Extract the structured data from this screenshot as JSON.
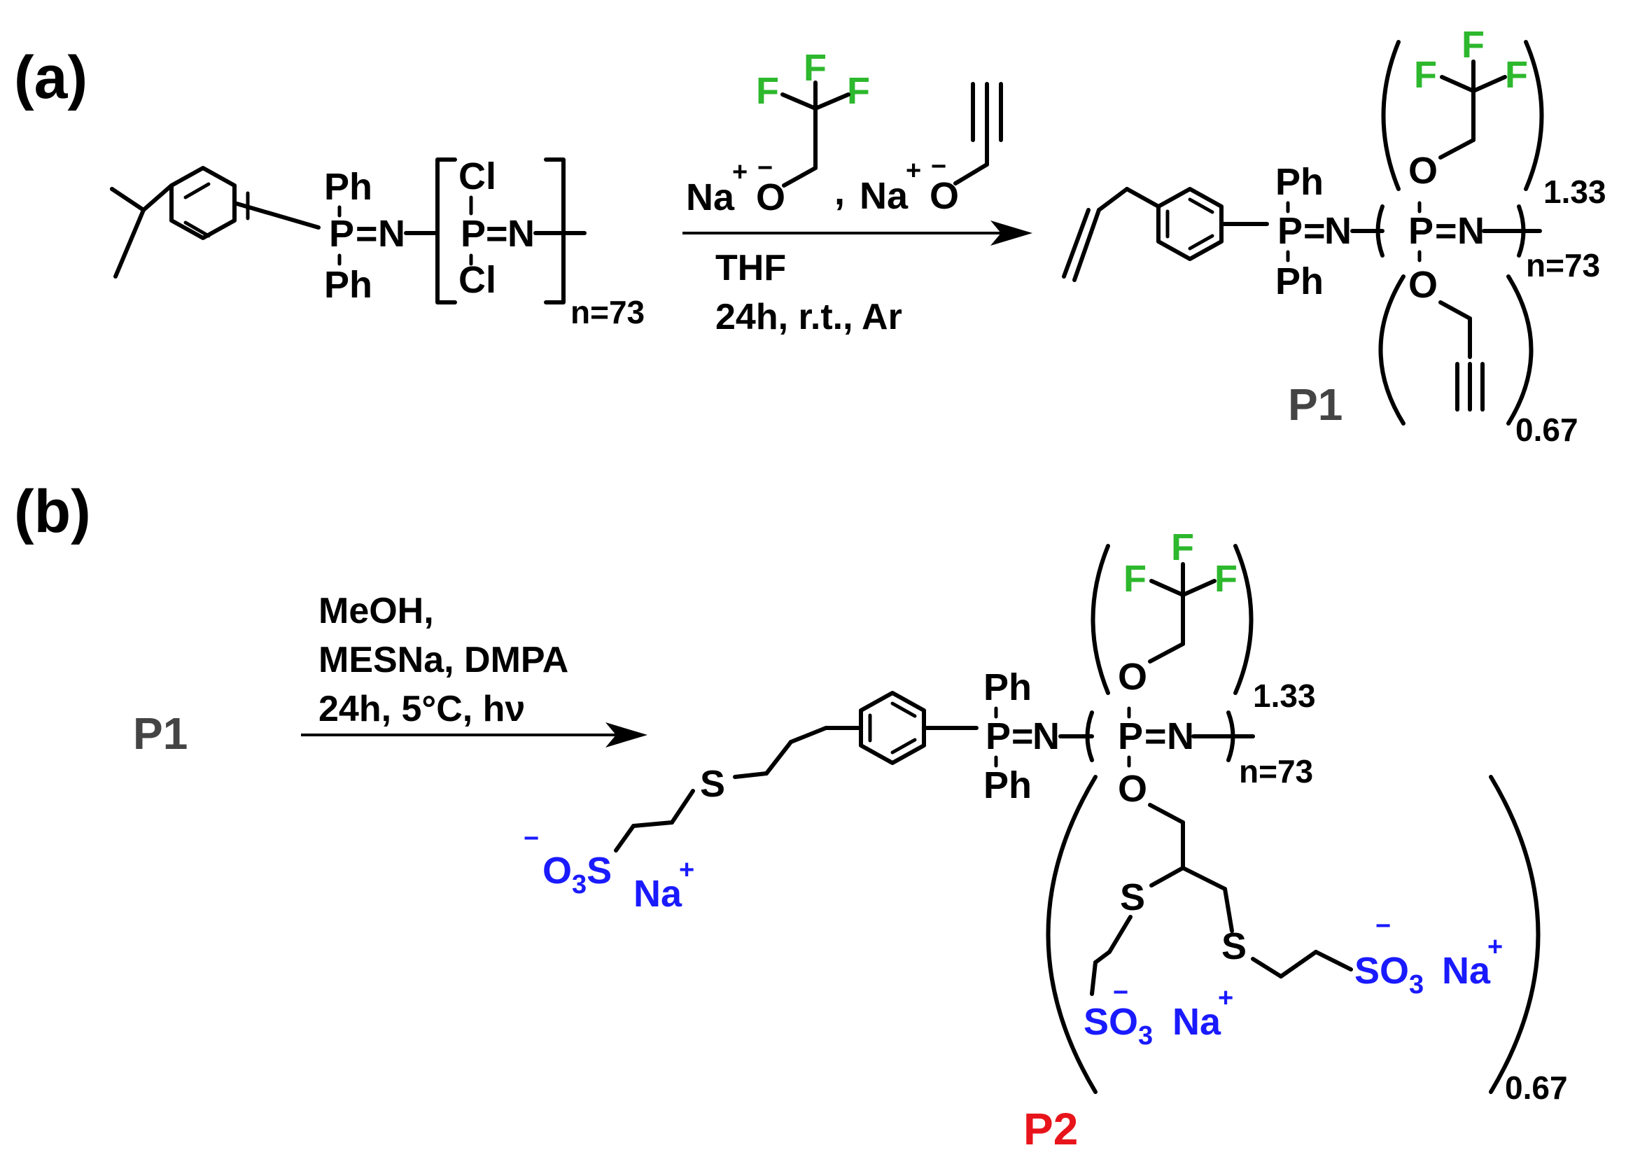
{
  "panels": {
    "a": {
      "label": "(a)"
    },
    "b": {
      "label": "(b)"
    }
  },
  "colors": {
    "black": "#000000",
    "fluorine": "#2db82d",
    "sulfonate": "#1a1aff",
    "p1": "#444444",
    "p2": "#e8141b"
  },
  "atoms": {
    "ph": "Ph",
    "p": "P",
    "n": "N",
    "cl": "Cl",
    "o": "O",
    "f": "F",
    "s": "S",
    "na": "Na",
    "so": "SO",
    "three": "3",
    "plus": "+",
    "minus": "−",
    "eq": "=",
    "comma": ","
  },
  "reaction_a": {
    "condition_line1": "THF",
    "condition_line2": "24h, r.t., Ar",
    "n_start": "n=73",
    "n_product": "n=73",
    "x_cf3": "1.33",
    "x_alkyne": "0.67",
    "product": "P1"
  },
  "reaction_b": {
    "reactant": "P1",
    "condition_line1": "MeOH,",
    "condition_line2": "MESNa, DMPA",
    "condition_line3": "24h, 5°C, hν",
    "n_product": "n=73",
    "x_cf3": "1.33",
    "x_thiol": "0.67",
    "product": "P2"
  }
}
